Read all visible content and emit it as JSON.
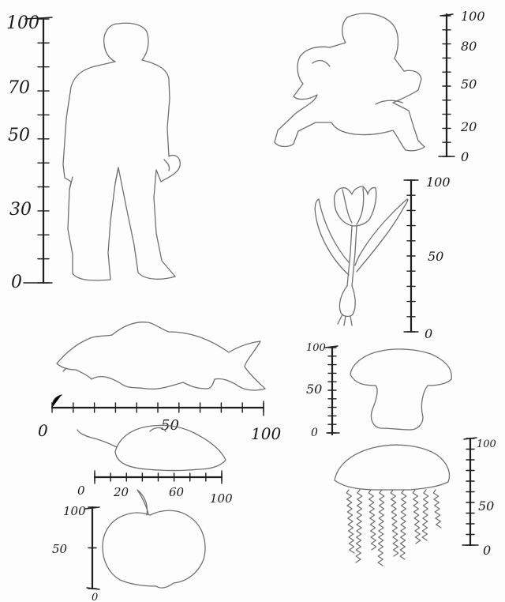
{
  "colors": {
    "outline": "#6f6f6f",
    "ink": "#1e1e1e",
    "paper": "#fdfdfd"
  },
  "figures": {
    "person": {
      "icon": "person-silhouette",
      "scale": {
        "labels": [
          "100",
          "70",
          "50",
          "30",
          "0"
        ],
        "values": [
          100,
          70,
          50,
          30,
          0
        ],
        "ticks": 12
      }
    },
    "child": {
      "icon": "crouching-child-silhouette",
      "scale": {
        "labels": [
          "100",
          "80",
          "50",
          "20",
          "0"
        ],
        "values": [
          100,
          80,
          50,
          20,
          0
        ],
        "ticks": 11
      }
    },
    "tulip": {
      "icon": "tulip-flower",
      "scale": {
        "labels": [
          "100",
          "50",
          "0"
        ],
        "values": [
          100,
          50,
          0
        ],
        "ticks": 11
      }
    },
    "fish": {
      "icon": "fish-silhouette",
      "scale": {
        "labels": [
          "0",
          "50",
          "100"
        ],
        "values": [
          0,
          50,
          100
        ],
        "ticks": 11
      }
    },
    "mushroom": {
      "icon": "mushroom-silhouette",
      "scale": {
        "labels": [
          "100",
          "50",
          "0"
        ],
        "values": [
          100,
          50,
          0
        ],
        "ticks": 11
      }
    },
    "mouse": {
      "icon": "mouse-silhouette",
      "scale": {
        "labels": [
          "0",
          "20",
          "60",
          "100"
        ],
        "values": [
          0,
          20,
          60,
          100
        ],
        "ticks": 9
      }
    },
    "jellyfish": {
      "icon": "jellyfish-silhouette",
      "scale": {
        "labels": [
          "100",
          "50",
          "0"
        ],
        "values": [
          100,
          50,
          0
        ],
        "ticks": 11
      }
    },
    "apple": {
      "icon": "apple-silhouette",
      "scale": {
        "labels": [
          "100",
          "50",
          "0"
        ],
        "values": [
          100,
          50,
          0
        ],
        "ticks": 3
      }
    }
  }
}
